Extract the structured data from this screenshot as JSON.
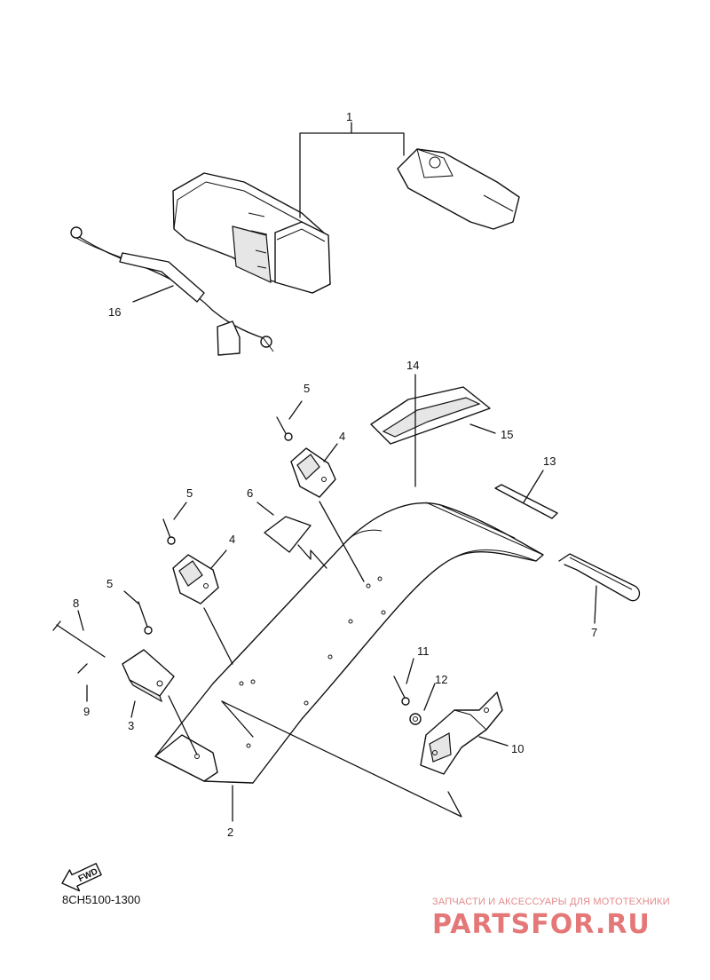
{
  "diagram": {
    "code": "8CH5100-1300",
    "fwd_label": "FWD",
    "callouts": [
      "1",
      "2",
      "3",
      "4",
      "4",
      "5",
      "5",
      "5",
      "6",
      "7",
      "8",
      "9",
      "10",
      "11",
      "12",
      "13",
      "14",
      "15",
      "16"
    ]
  },
  "watermark": {
    "caption": "ЗАПЧАСТИ И АКСЕССУАРЫ ДЛЯ МОТОТЕХНИКИ",
    "brand": "PARTSFOR.RU"
  }
}
